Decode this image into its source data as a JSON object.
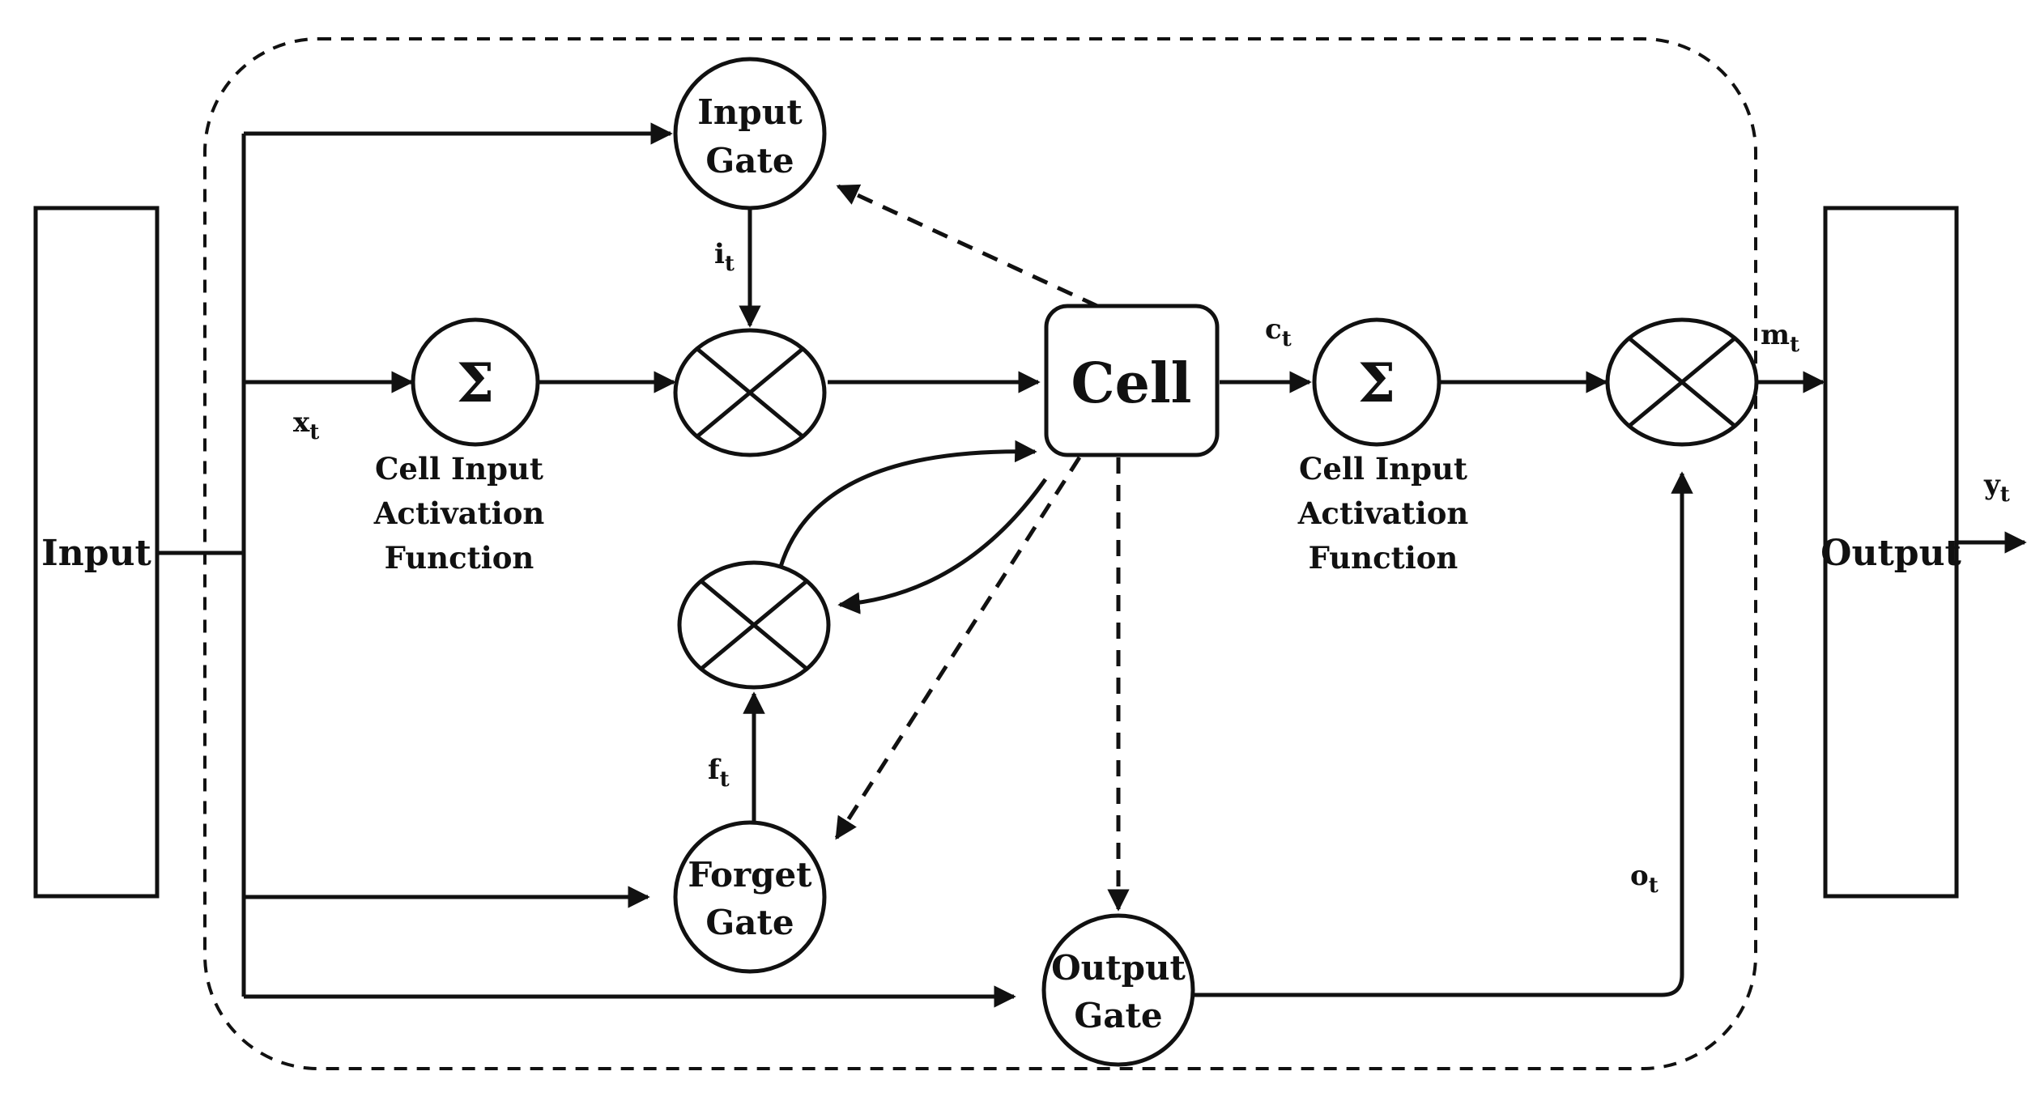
{
  "colors": {
    "stroke": "#111111",
    "background": "#ffffff"
  },
  "blocks": {
    "input": "Input",
    "output": "Output"
  },
  "nodes": {
    "input_gate": [
      "Input",
      "Gate"
    ],
    "forget_gate": [
      "Forget",
      "Gate"
    ],
    "output_gate": [
      "Output",
      "Gate"
    ],
    "cell": "Cell",
    "sum_symbol": "Σ"
  },
  "activation_label": [
    "Cell Input",
    "Activation",
    "Function"
  ],
  "variables": {
    "x": {
      "base": "x",
      "sub": "t"
    },
    "i": {
      "base": "i",
      "sub": "t"
    },
    "f": {
      "base": "f",
      "sub": "t"
    },
    "c": {
      "base": "c",
      "sub": "t"
    },
    "o": {
      "base": "o",
      "sub": "t"
    },
    "m": {
      "base": "m",
      "sub": "t"
    },
    "y": {
      "base": "y",
      "sub": "t"
    }
  },
  "icons": [
    "sigma-icon",
    "multiply-icon"
  ]
}
